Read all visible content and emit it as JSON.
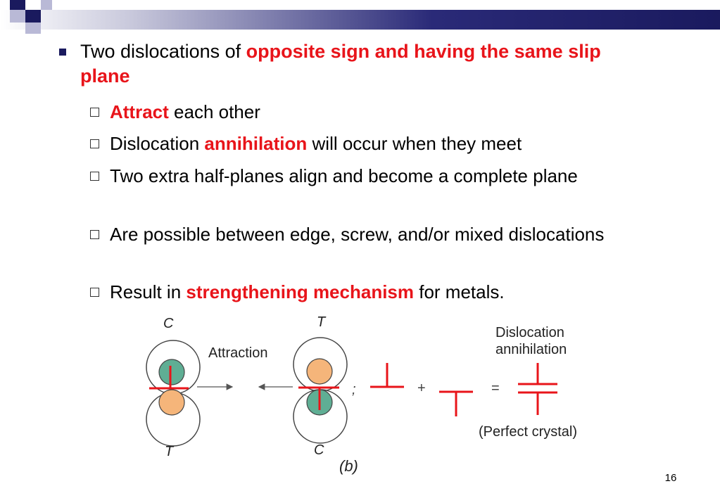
{
  "slide": {
    "bullet": {
      "prefix": "Two dislocations of ",
      "highlight": "opposite sign and having the same slip plane"
    },
    "sub_bullets": [
      {
        "highlight": "Attract",
        "rest": " each other"
      },
      {
        "prefix": "Dislocation ",
        "highlight": "annihilation",
        "rest": " will occur when they meet"
      },
      {
        "text": "Two extra half-planes align and become a complete plane"
      },
      {
        "text": "Are possible between edge, screw, and/or mixed dislocations"
      },
      {
        "prefix": "Result in ",
        "highlight": "strengthening mechanism",
        "rest": " for metals."
      }
    ],
    "page_number": "16"
  },
  "figure": {
    "label_c_top": "C",
    "label_t_bottom": "T",
    "label_t_top": "T",
    "label_c_bottom": "C",
    "attraction": "Attraction",
    "semicolon": ";",
    "plus": "+",
    "equals": "=",
    "annihilation_line1": "Dislocation",
    "annihilation_line2": "annihilation",
    "perfect_crystal": "(Perfect crystal)",
    "panel_label": "(b)"
  },
  "colors": {
    "accent": "#e8141a",
    "navy": "#1a1a5e",
    "green": "#5fae94",
    "orange": "#f5b57a"
  }
}
